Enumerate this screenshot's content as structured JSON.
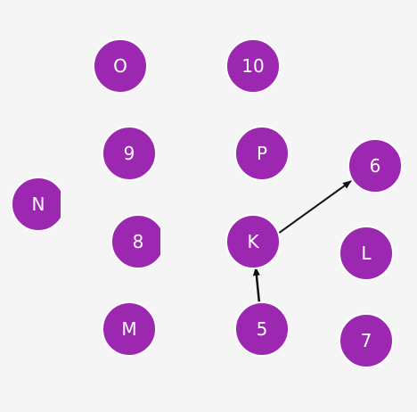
{
  "graph": {
    "node_color": "#9c27b0",
    "node_border": "#ffffff",
    "text_color": "#ffffff",
    "edge_color": "#111111",
    "background": "#f5f5f5",
    "nodes": {
      "O": "O",
      "10": "10",
      "9": "9",
      "P": "P",
      "6": "6",
      "N": "N",
      "8": "8",
      "K": "K",
      "L": "L",
      "M": "M",
      "5": "5",
      "7": "7"
    },
    "edges": [
      {
        "from": "K",
        "to": "6"
      },
      {
        "from": "5",
        "to": "K"
      }
    ]
  }
}
